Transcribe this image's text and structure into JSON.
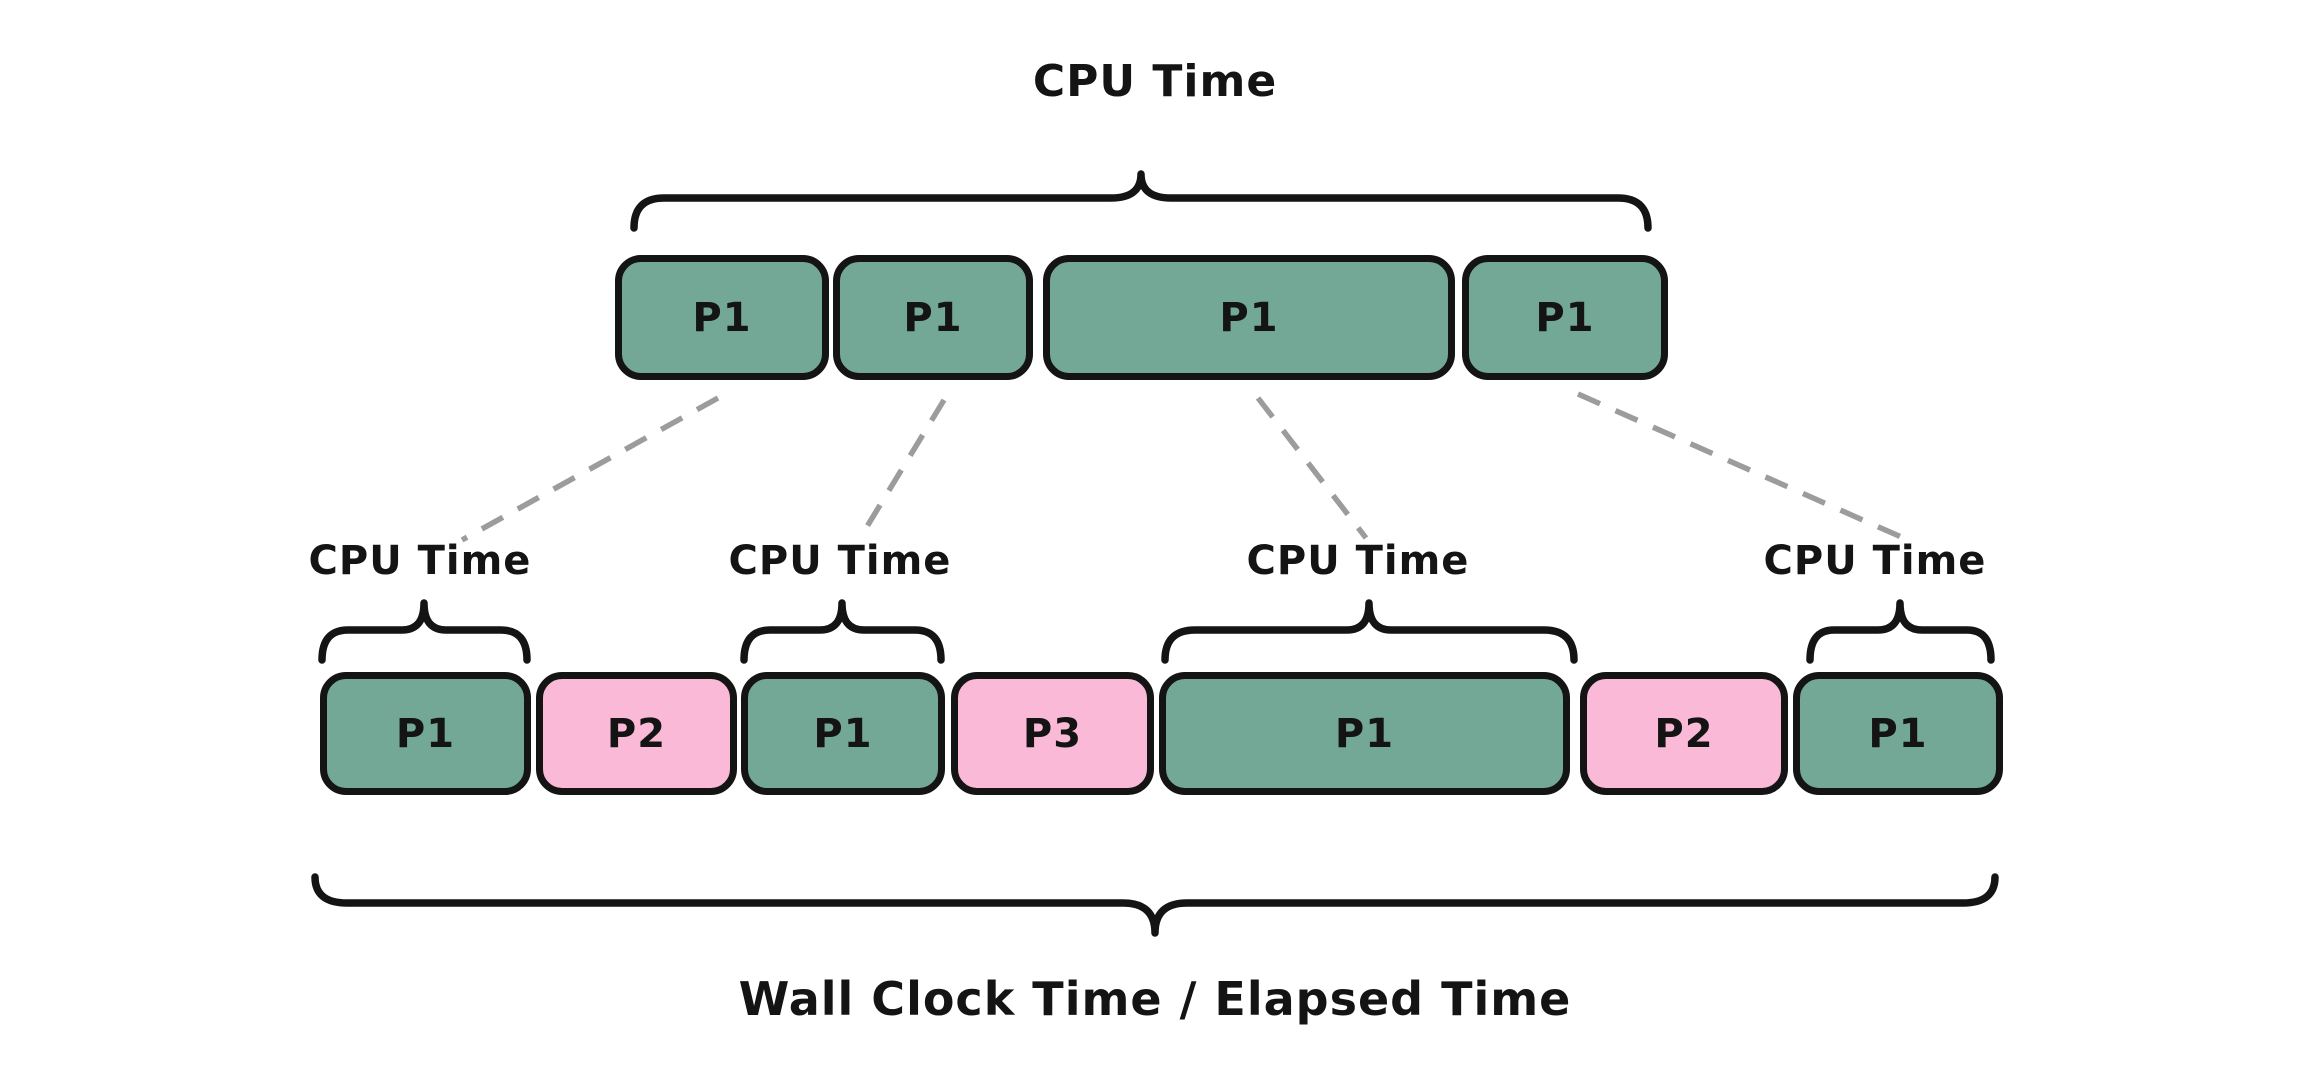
{
  "diagram": {
    "top_group": {
      "brace_label": "CPU Time",
      "blocks": [
        {
          "label": "P1"
        },
        {
          "label": "P1"
        },
        {
          "label": "P1"
        },
        {
          "label": "P1"
        }
      ]
    },
    "timeline": {
      "cpu_time_labels": [
        "CPU Time",
        "CPU Time",
        "CPU Time",
        "CPU Time"
      ],
      "blocks": [
        {
          "label": "P1",
          "kind": "cpu"
        },
        {
          "label": "P2",
          "kind": "other"
        },
        {
          "label": "P1",
          "kind": "cpu"
        },
        {
          "label": "P3",
          "kind": "other"
        },
        {
          "label": "P1",
          "kind": "cpu"
        },
        {
          "label": "P2",
          "kind": "other"
        },
        {
          "label": "P1",
          "kind": "cpu"
        }
      ],
      "caption": "Wall Clock Time / Elapsed Time"
    },
    "colors": {
      "cpu_block": "#73A896",
      "other_block": "#FAB9D6",
      "outline": "#141414",
      "connector": "#9C9C9C",
      "background": "#FFFFFF"
    }
  }
}
